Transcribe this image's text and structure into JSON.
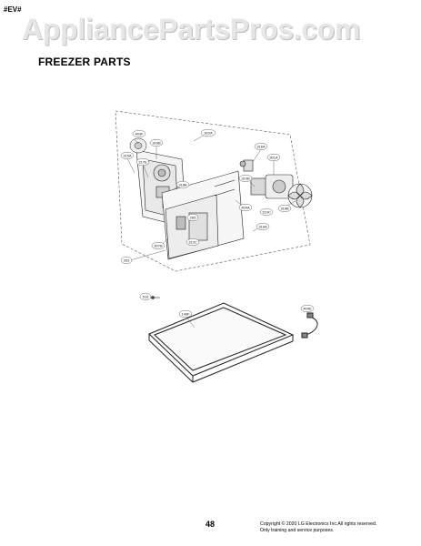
{
  "header": {
    "tag": "#EV#",
    "watermark": "AppliancePartsPros.com",
    "title": "FREEZER PARTS"
  },
  "callouts": [
    {
      "id": "c-302a",
      "label": "302A"
    },
    {
      "id": "c-403f",
      "label": "403F"
    },
    {
      "id": "c-303b",
      "label": "303B"
    },
    {
      "id": "c-315a",
      "label": "315A"
    },
    {
      "id": "c-317e",
      "label": "317E"
    },
    {
      "id": "c-318b",
      "label": "318B"
    },
    {
      "id": "c-316a",
      "label": "316A"
    },
    {
      "id": "c-301a",
      "label": "301A"
    },
    {
      "id": "c-310b",
      "label": "310B"
    },
    {
      "id": "c-404a",
      "label": "404A"
    },
    {
      "id": "c-319b",
      "label": "319B"
    },
    {
      "id": "c-319a",
      "label": "319A"
    },
    {
      "id": "c-265",
      "label": "265"
    },
    {
      "id": "c-307b",
      "label": "307B"
    },
    {
      "id": "c-263",
      "label": "263"
    },
    {
      "id": "c-516",
      "label": "516"
    },
    {
      "id": "c-404e",
      "label": "404E"
    },
    {
      "id": "c-310c",
      "label": "310C"
    },
    {
      "id": "c-319c",
      "label": "319C"
    },
    {
      "id": "c-149f",
      "label": "149F"
    }
  ],
  "footer": {
    "page_number": "48",
    "copyright_line1": "Copyright © 2020 LG Electronics Inc.All rights reserved.",
    "copyright_line2": "Only training and service purposes."
  }
}
